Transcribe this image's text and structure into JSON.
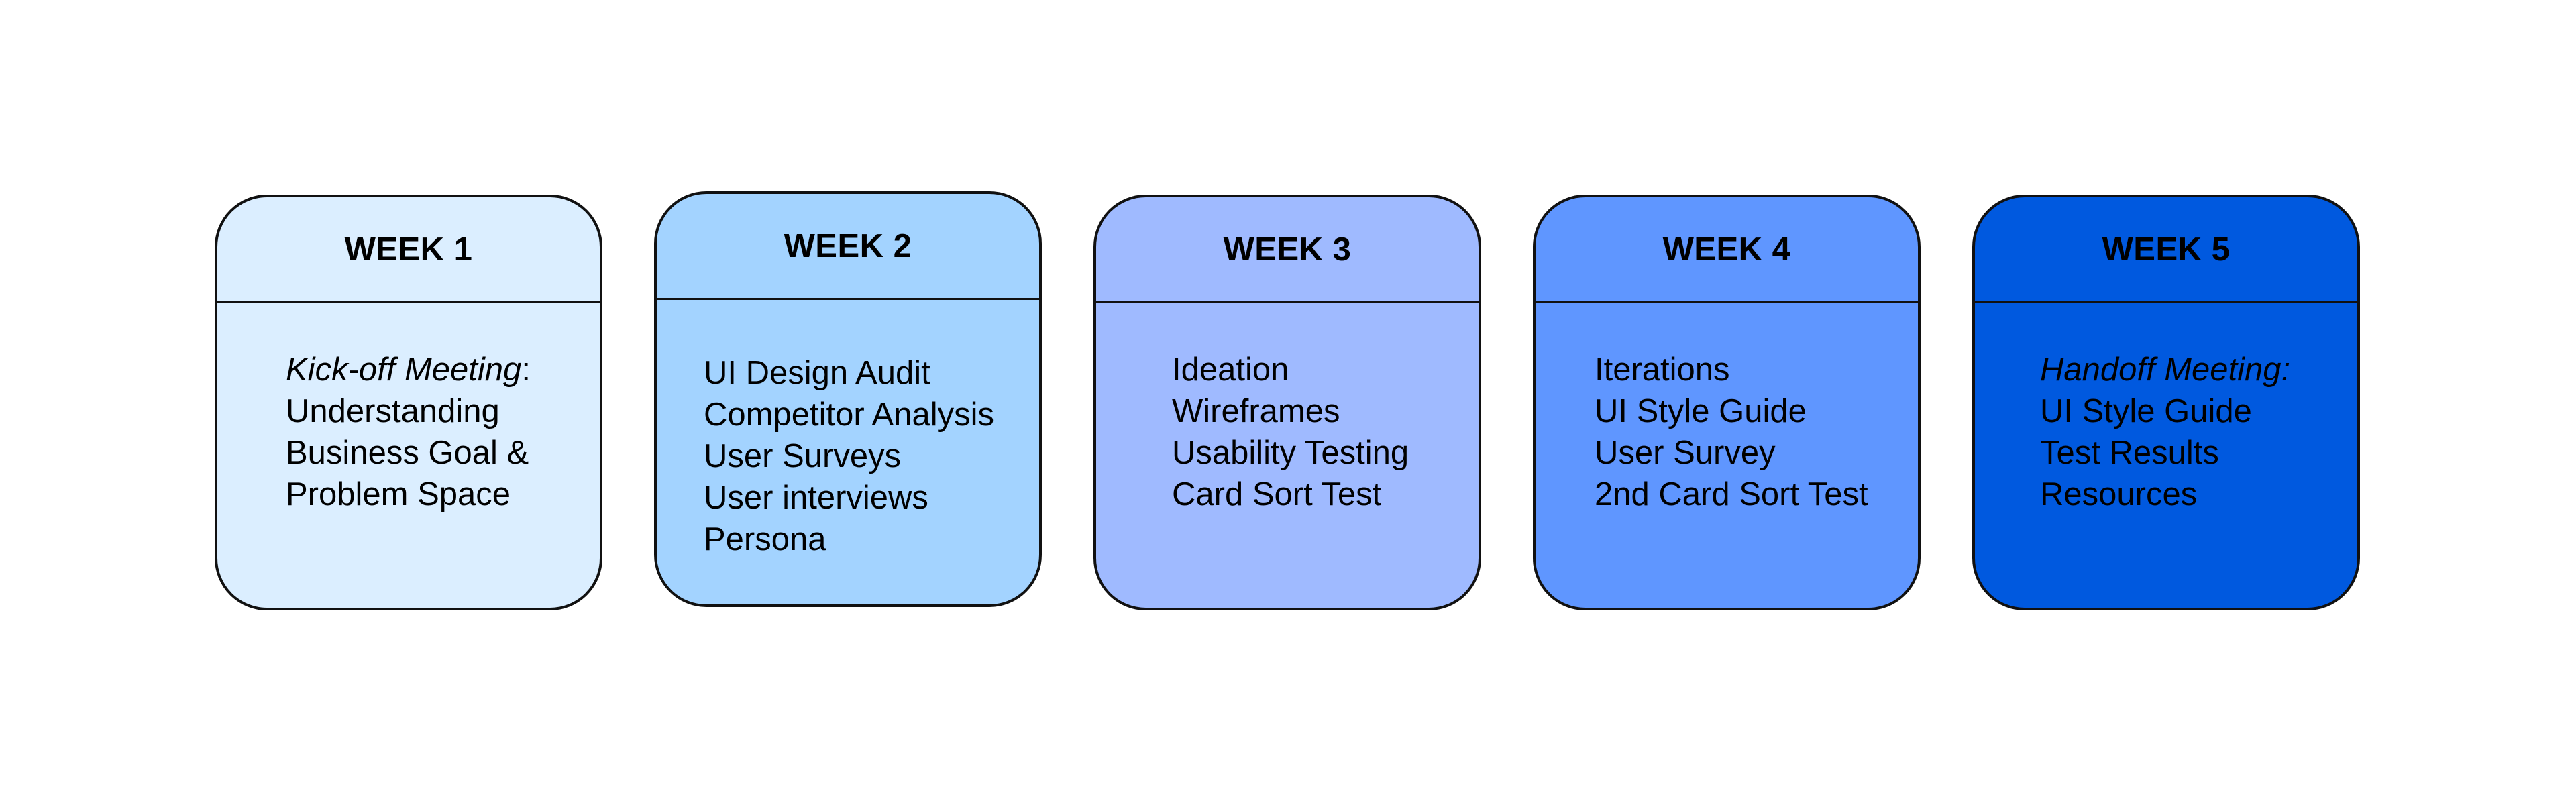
{
  "weeks": [
    {
      "title": "WEEK 1",
      "color": "#dbeeff",
      "lead_italic": "Kick-off Meeting",
      "lead_rest": ":",
      "items": [
        "Understanding",
        "Business Goal &",
        "Problem Space"
      ]
    },
    {
      "title": "WEEK 2",
      "color": "#a3d3ff",
      "items": [
        "UI Design Audit",
        "Competitor Analysis",
        "User Surveys",
        "User interviews",
        "Persona"
      ]
    },
    {
      "title": "WEEK 3",
      "color": "#9fbaff",
      "items": [
        "Ideation",
        "Wireframes",
        "Usability Testing",
        "Card Sort Test"
      ]
    },
    {
      "title": "WEEK 4",
      "color": "#5f96ff",
      "items": [
        "Iterations",
        "UI Style Guide",
        "User Survey",
        "2nd Card Sort Test"
      ]
    },
    {
      "title": "WEEK 5",
      "color": "#0059df",
      "lead_italic": "Handoff Meeting:",
      "items": [
        "UI Style Guide",
        "Test Results",
        "Resources"
      ]
    }
  ]
}
